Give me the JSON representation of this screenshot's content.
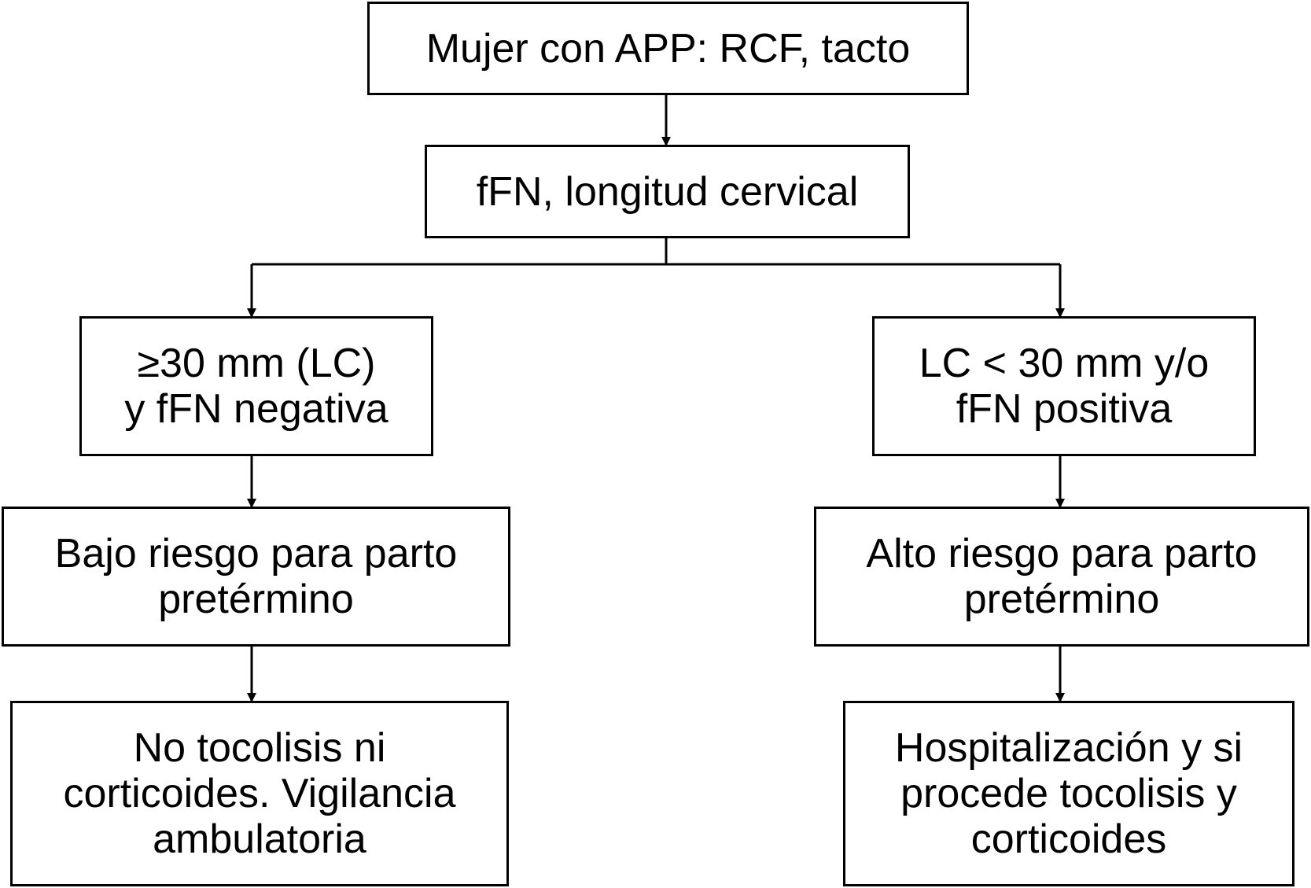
{
  "nodes": {
    "n1": "Mujer con APP: RCF, tacto",
    "n2": "fFN, longitud cervical",
    "n3": "≥30 mm (LC)\ny fFN negativa",
    "n4": "LC < 30 mm y/o\nfFN positiva",
    "n5": "Bajo riesgo para parto\npretérmino",
    "n6": "Alto riesgo para parto\npretérmino",
    "n7": "No tocolisis ni\ncorticoides. Vigilancia\nambulatoria",
    "n8": "Hospitalización y si\nprocede tocolisis y\ncorticoides"
  },
  "edges": [
    {
      "from": "n1",
      "to": "n2"
    },
    {
      "from": "n2",
      "to": "n3"
    },
    {
      "from": "n2",
      "to": "n4"
    },
    {
      "from": "n3",
      "to": "n5"
    },
    {
      "from": "n4",
      "to": "n6"
    },
    {
      "from": "n5",
      "to": "n7"
    },
    {
      "from": "n6",
      "to": "n8"
    }
  ]
}
